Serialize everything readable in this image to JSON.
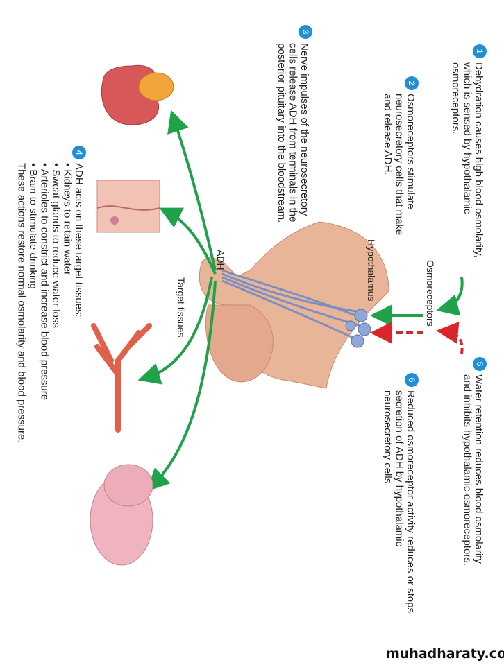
{
  "steps": [
    {
      "number": "1",
      "text": "Dehydration causes high blood osmolarity, which is sensed by hypothalamic osmoreceptors.",
      "lines": [
        "Dehydration causes high blood osmolarity,",
        "which is sensed by hypothalamic",
        "osmoreceptors."
      ]
    },
    {
      "number": "2",
      "lines": [
        "Osmoreceptors stimulate",
        "neurosecretory cells that make",
        "and release ADH."
      ]
    },
    {
      "number": "3",
      "lines": [
        "Nerve impulses of the neurosecretory",
        "cells release ADH from terminals in the",
        "posterior pituitary into the bloodstream."
      ]
    },
    {
      "number": "4",
      "lines": [
        "ADH acts on these target tissues:",
        "• Kidneys to retain water",
        "• Sweat glands to reduce water loss",
        "• Arterioles to constrict and increase blood pressure",
        "• Brain to stimulate drinking",
        "These actions restore normal osmolarity and blood pressure."
      ]
    },
    {
      "number": "5",
      "lines": [
        "Water retention reduces blood osmolarity",
        "and inhibits hypothalamic osmoreceptors."
      ]
    },
    {
      "number": "6",
      "lines": [
        "Reduced osmoreceptor activity reduces or stops",
        "secretion of ADH by hypothalamic",
        "neurosecretory cells."
      ]
    }
  ],
  "labels": {
    "osmoreceptors": "Osmoreceptors",
    "hypothalamus": "Hypothalamus",
    "adh": "ADH",
    "target_tissues": "Target tissues"
  },
  "watermark": "muhadharaty.com",
  "colors": {
    "badge": "#1e90d8",
    "stimulate_arrow": "#1fa24a",
    "inhibit_arrow": "#d9262b",
    "tissue": "#e8b598"
  }
}
